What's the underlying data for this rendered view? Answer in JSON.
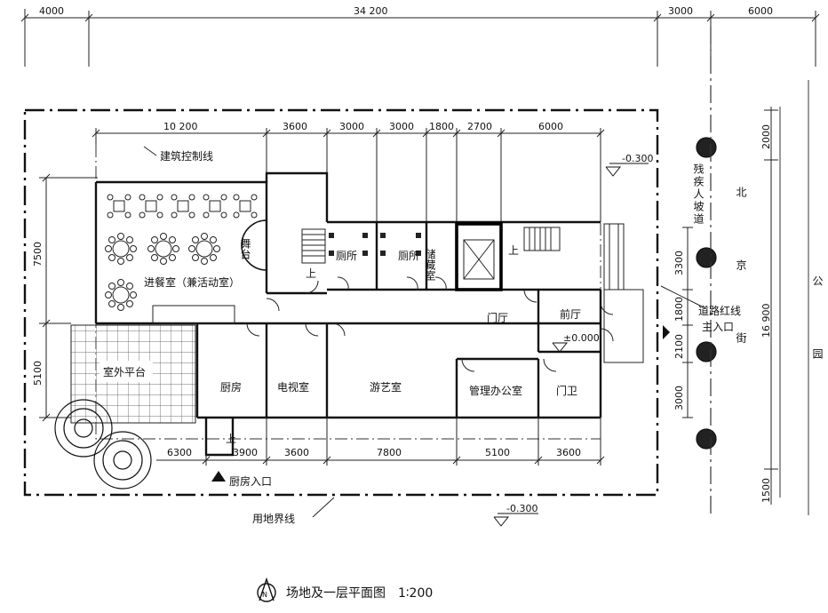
{
  "dimensions": {
    "top_outer": [
      "4000",
      "34 200",
      "3000",
      "6000"
    ],
    "top_inner": [
      "10 200",
      "3600",
      "3000",
      "3000",
      "1800",
      "2700",
      "6000"
    ],
    "bottom": [
      "6300",
      "3900",
      "3600",
      "7800",
      "5100",
      "3600"
    ],
    "left": [
      "7500",
      "5100"
    ],
    "right": [
      "3300",
      "1800",
      "2100",
      "3000"
    ],
    "far_right": [
      "2000",
      "16 900",
      "1500"
    ]
  },
  "elevations": {
    "top_right": "-0.300",
    "bottom": "-0.300",
    "lobby": "±0.000"
  },
  "labels": {
    "building_line": "建筑控制线",
    "site_line": "用地界线",
    "road_line": "道路红线",
    "main_entrance": "主入口",
    "kitchen_entrance": "厨房入口",
    "ramp": "残疾人坡道",
    "street": "北京街",
    "park": "公园"
  },
  "rooms": {
    "dining": "进餐室（兼活动室）",
    "stage": "舞台",
    "terrace": "室外平台",
    "kitchen": "厨房",
    "tv": "电视室",
    "game": "游艺室",
    "office": "管理办公室",
    "guard": "门卫",
    "hall": "门厅",
    "foyer": "前厅",
    "wc1": "厕所",
    "wc2": "厕所",
    "storage": "储藏室",
    "up1": "上",
    "up2": "上",
    "up3": "上"
  },
  "title": "场地及一层平面图　1∶200"
}
